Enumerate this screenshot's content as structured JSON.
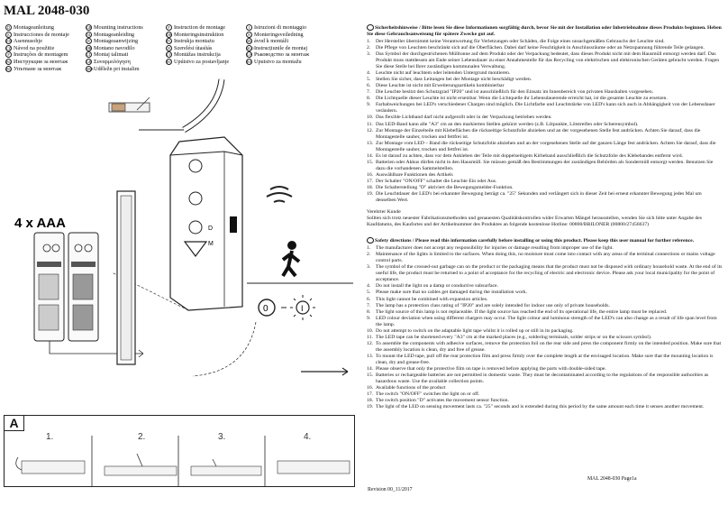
{
  "doc": {
    "title": "MAL 2048-030",
    "page_label": "MAL 2048-030 Page1a",
    "revision": "Revision 00_11/2017"
  },
  "languages": [
    [
      {
        "code": "D",
        "label": "Montageanleitung"
      },
      {
        "code": "E",
        "label": "Instrucciones de montaje"
      },
      {
        "code": "EST",
        "label": "Asennusohje"
      },
      {
        "code": "CZ",
        "label": "Návod na použitie"
      },
      {
        "code": "P",
        "label": "Instruções de montagem"
      },
      {
        "code": "BG",
        "label": "Инструкция за монтаж"
      },
      {
        "code": "BG",
        "label": "Упътване за монтаж"
      }
    ],
    [
      {
        "code": "GB",
        "label": "Mounting instructions"
      },
      {
        "code": "NL",
        "label": "Montageanleiding"
      },
      {
        "code": "B",
        "label": "Montageaanwijzing"
      },
      {
        "code": "HR",
        "label": "Montano navodilo"
      },
      {
        "code": "LT",
        "label": "Montaj talimati"
      },
      {
        "code": "GR",
        "label": "Συναρμολόγηση"
      },
      {
        "code": "SRB",
        "label": "Uděležn pri instalim"
      }
    ],
    [
      {
        "code": "F",
        "label": "Instruction de montage"
      },
      {
        "code": "DK",
        "label": "Monteringsinstruktion"
      },
      {
        "code": "PL",
        "label": "Instrukja montażu"
      },
      {
        "code": "H",
        "label": "Szerelési útasítás"
      },
      {
        "code": "LV",
        "label": "Montāžas instrukcija"
      },
      {
        "code": "RO",
        "label": "Upútstvo za postavljanje"
      },
      {
        "code": "",
        "label": ""
      }
    ],
    [
      {
        "code": "I",
        "label": "Istruzioni di montaggio"
      },
      {
        "code": "N",
        "label": "Monteringsveiledning"
      },
      {
        "code": "SK",
        "label": "ávod k montáži"
      },
      {
        "code": "SLO",
        "label": "Instrucțiunile de montaj"
      },
      {
        "code": "UA",
        "label": "Ръководство за монтаж"
      },
      {
        "code": "RS",
        "label": "Uputstvo za montažu"
      },
      {
        "code": "",
        "label": ""
      }
    ]
  ],
  "figure": {
    "battery_label": "4 x AAA",
    "switch_d": "D",
    "switch_m": "M",
    "symbol_off": "0",
    "symbol_on": "I",
    "panel_label": "A",
    "steps": [
      "1.",
      "2.",
      "3.",
      "4."
    ]
  },
  "de": {
    "heading": "Sicherheitshinweise / Bitte lesen Sie diese Informationen sorgfältig durch, bevor Sie mit der Installation oder Inbetriebnahme dieses Produkts beginnen. Heben Sie diese Gebrauchsanweisung für spätere Zwecke gut auf.",
    "items": [
      "Der Hersteller übernimmt keine Verantwortung für Verletzungen oder Schäden, die Folge eines unsachgemäßen Gebrauchs der Leuchte sind.",
      "Die Pflege von Leuchten beschränkt sich auf die Oberflächen. Dabei darf keine Feuchtigkeit in Anschlussräume oder an Netzspannung führende Teile gelangen.",
      "Das Symbol der durchgestrichenen Mülltonne auf dem Produkt oder der Verpackung bedeutet, dass dieses Produkt nicht mit dem Hausmüll entsorgt werden darf. Das Produkt muss stattdessen am Ende seiner Lebensdauer zu einer Annahmestelle für das Recycling von elektrischen und elektronischen Geräten gebracht werden. Fragen Sie diese Stelle bei Ihrer zuständigen kommunalen Verwaltung.",
      "Leuchte nicht auf leuchtem oder leitenden Untergrund montieren.",
      "Stellen Sie sicher, dass Leitungen bei der Montage nicht beschädigt werden.",
      "Diese Leuchte ist nicht mit Erweiterungsartikeln kombinierbar",
      "Die Leuchte besitzt den Schutzgrad \"IP20\" und ist ausschließlich für den Einsatz im Innenbereich von privaten Haushalten vorgesehen.",
      "Die Lichtquelle dieser Leuchte ist nicht ersetzbar. Wenn die Lichtquelle ihr Lebensdauerende erreicht hat, ist die gesamte Leuchte zu ersetzen.",
      "Farbabweichungen bei LED's verschiedener Chargen sind möglich. Die Lichtfarbe und Leuchtstärke von LED's kann sich auch in Abhängigkeit von der Lebensdauer verändern.",
      "Das flexible Lichtband darf nicht aufgerollt oder in der Verpackung betrieben werden.",
      "Das LED-Band kann alle \"A3\" cm an den markierten Stellen gekürzt werden (z.B. Lötpunkte, Lötstreifen oder Scherensymbol).",
      "Zur Montage der Einzelteile mit Klebeflächen die rückseitige Schutzfolie abziehen und an der vorgesehenen Stelle fest andrücken. Achten Sie darauf, dass die Montagestelle sauber, trocken und fettfrei ist.",
      "Zur Montage vom LED – Band die rückseitige Schutzfolie abziehen und an der vorgesehenen Stelle auf der ganzen Länge fest andrücken. Achten Sie darauf, dass die Montagestelle sauber, trocken und fettfrei ist.",
      "Es ist darauf zu achten, dass vor dem Ankleben der Teile mit doppelseitigem Kirbeband ausschließlich die Schutzfolie des Klebebandes entfernt wird.",
      "Batterien oder Akkus dürfen nicht in den Hausmüll. Sie müssen gemäß den Bestimmungen der zuständigen Behörden als Sondermüll entsorgt werden. Benutzen Sie dazu die vorhandenen Sammelstellen.",
      "Auswählbare Funktionen des Artikels",
      "Der Schalter \"ON/OFF\" schaltet die Leuchte Ein oder Aus.",
      "Die Schalterstellung \"D\" aktiviert die Bewegungsmelder-Funktion.",
      "Die Leuchtdauer der LED's bei erkannter Bewegung beträgt ca. \"25\" Sekunden und verlängert sich in dieser Zeit bei erneut erkannter Bewegung jedes Mal um denselben Wert."
    ],
    "vendor_title": "Verehrter Kunde",
    "vendor_text": "Sollten sich trotz neuester Fabrikationsmethoden und genauesten Qualitätskontrollen wider Erwarten Mängel herausstellen, wenden Sie sich bitte unter Angabe des Kaufdatums, des Kaufortes und der Artikelnummer des Produktes an folgende kostenlose Hotline: 00800/BRILONER (00800/27456637)"
  },
  "en": {
    "heading": "Safety directions / Please read this information carefully before installing or using this product. Please keep this user manual for further reference.",
    "items": [
      "The manufacturer does not accept any responsibility for injuries or damage resulting from improper use of the light.",
      "Maintenance of the lights is limited to the surfaces. When doing this, no moisture must come into contact with any areas of the terminal connections or mains voltage control parts.",
      "The symbol of the crossed-out garbage can on the product or the packaging means that the product must not be disposed with ordinary household waste. At the end of its useful life, the product must be returned to a point of acceptance for the recycling of electric and electronic device. Please ask your local municipality for the point of acceptance.",
      "Do not install the light on a damp or conductive subsurface.",
      "Please make sure that no cables get damaged during the installation work.",
      "This light cannot be combined with expansion articles.",
      "The lamp has a protection class rating of \"IP20\" and are solely intended for indoor use only of private households.",
      "The light source of this lamp is not replaceable. If the light source has reached the end of its operational life, the entire lamp must be replaced.",
      "LED colour deviation when using different chargers may occur. The light colour and luminous strength of the LED's can also change as a result of life span level from the lamp.",
      "Do not attempt to switch on the adaptable light tape whilst it is rolled up or still in its packaging.",
      "The LED tape can be shortened every \"A3\" cm at the marked places (e.g., soldering terminals, solder strips or on the scissors symbol).",
      "To assemble the components with adhesive surfaces, remove the protection foil on the rear side and press the component firmly on the intended position. Make sure that the assembly location is clean, dry and free of grease.",
      "To mount the LED tape, pull off the rear protection film and press firmly over the complete length at the envisaged location. Make sure that the mounting location is clean, dry and grease-free.",
      "Please observe that only the protective film on tape is removed before applying the parts with double-sided tape.",
      "Batteries or rechargeable batteries are not permitted in domestic waste. They must be decontaminated according to the regulations of the responsible authorities as hazardous waste. Use the available collection points.",
      "Available functions of the product",
      "The switch \"ON/OFF\" switches the light on or off.",
      "The switch position \"D\" activates the movement sensor function.",
      "The light of the LED on sensing movement lasts ca. \"25\" seconds and is extended during this period by the same amount each time it senses another movement."
    ]
  }
}
